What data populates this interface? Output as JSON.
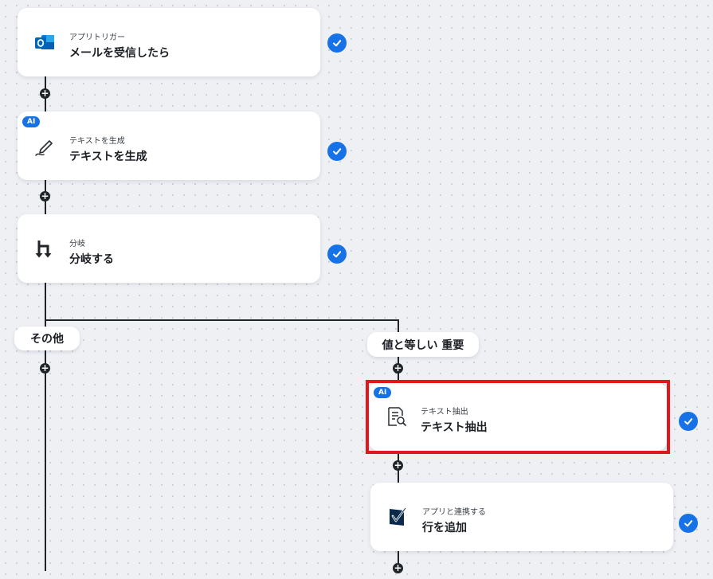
{
  "steps": [
    {
      "subtitle": "アプリトリガー",
      "title": "メールを受信したら",
      "icon": "outlook-icon",
      "ai": false
    },
    {
      "subtitle": "テキストを生成",
      "title": "テキストを生成",
      "icon": "pen-icon",
      "ai": true
    },
    {
      "subtitle": "分岐",
      "title": "分岐する",
      "icon": "branch-icon",
      "ai": false
    },
    {
      "subtitle": "テキスト抽出",
      "title": "テキスト抽出",
      "icon": "document-search-icon",
      "ai": true
    },
    {
      "subtitle": "アプリと連携する",
      "title": "行を追加",
      "icon": "smartsheet-icon",
      "ai": false
    }
  ],
  "ai_badge": "AI",
  "branches": {
    "other": "その他",
    "condition": "値と等しい 重要"
  },
  "colors": {
    "accent": "#1672e6",
    "highlight": "#e0171d",
    "line": "#1f2429"
  }
}
